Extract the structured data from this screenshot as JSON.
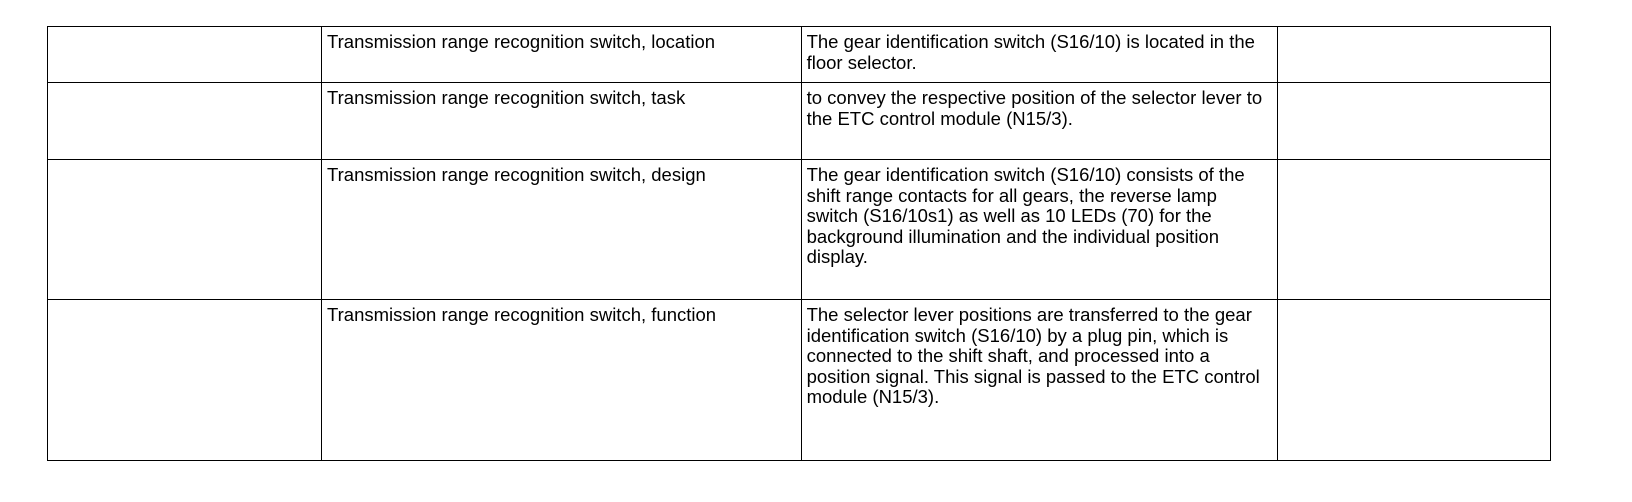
{
  "table": {
    "rows": [
      {
        "col1": "",
        "topic": "Transmission range recognition switch, location",
        "description": "The gear identification switch (S16/10) is located in the floor selector.",
        "col4": ""
      },
      {
        "col1": "",
        "topic": "Transmission range recognition switch, task",
        "description": "to convey the respective position of the selector lever to the ETC control module (N15/3).",
        "col4": ""
      },
      {
        "col1": "",
        "topic": "Transmission range recognition switch, design",
        "description": "The gear identification switch (S16/10) consists of the shift range contacts for all gears, the reverse lamp switch (S16/10s1) as well as 10 LEDs (70) for the background illumination and the individual position display.",
        "col4": ""
      },
      {
        "col1": "",
        "topic": "Transmission range recognition switch, function",
        "description": "The selector lever positions are transferred to the gear identification switch (S16/10) by a plug pin, which is connected to the shift shaft, and processed into a position signal. This signal is passed to the ETC control module (N15/3).",
        "col4": ""
      }
    ]
  }
}
